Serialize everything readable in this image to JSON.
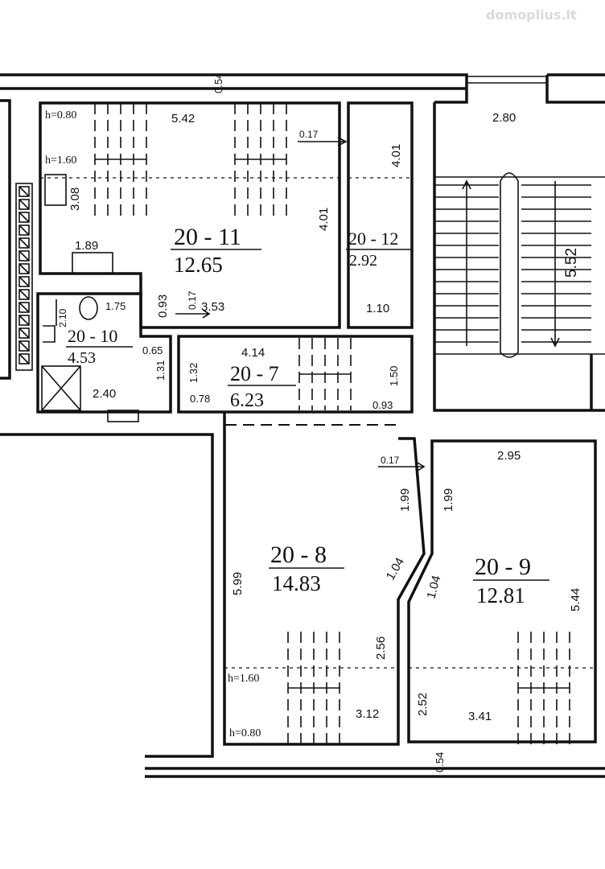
{
  "watermark": "domoplius.lt",
  "rooms": [
    {
      "id": "20 - 11",
      "area": "12.65"
    },
    {
      "id": "20 - 12",
      "area": "2.92"
    },
    {
      "id": "20 - 10",
      "area": "4.53"
    },
    {
      "id": "20 - 7",
      "area": "6.23"
    },
    {
      "id": "20 - 8",
      "area": "14.83"
    },
    {
      "id": "20 - 9",
      "area": "12.81"
    }
  ],
  "dimensions": {
    "d054_top": "0.54",
    "d542": "5.42",
    "d017_a": "0.17",
    "d401_a": "4.01",
    "d280": "2.80",
    "d308": "3.08",
    "d401_b": "4.01",
    "d189": "1.89",
    "d552": "5.52",
    "d093_a": "0.93",
    "d017_b": "0.17",
    "d353": "3.53",
    "d110": "1.10",
    "d175": "1.75",
    "d210": "2.10",
    "d065": "0.65",
    "d414": "4.14",
    "d131": "1.31",
    "d132": "1.32",
    "d150": "1.50",
    "d240": "2.40",
    "d078": "0.78",
    "d093_b": "0.93",
    "d017_c": "0.17",
    "d295": "2.95",
    "d199_a": "1.99",
    "d199_b": "1.99",
    "d599": "5.99",
    "d104_a": "1.04",
    "d104_b": "1.04",
    "d544": "5.44",
    "d256": "2.56",
    "d252": "2.52",
    "d312": "3.12",
    "d341": "3.41",
    "d054_bottom": "0.54"
  },
  "heights": {
    "h080_top": "h=0.80",
    "h160_top": "h=1.60",
    "h160_bottom": "h=1.60",
    "h080_bottom": "h=0.80"
  }
}
